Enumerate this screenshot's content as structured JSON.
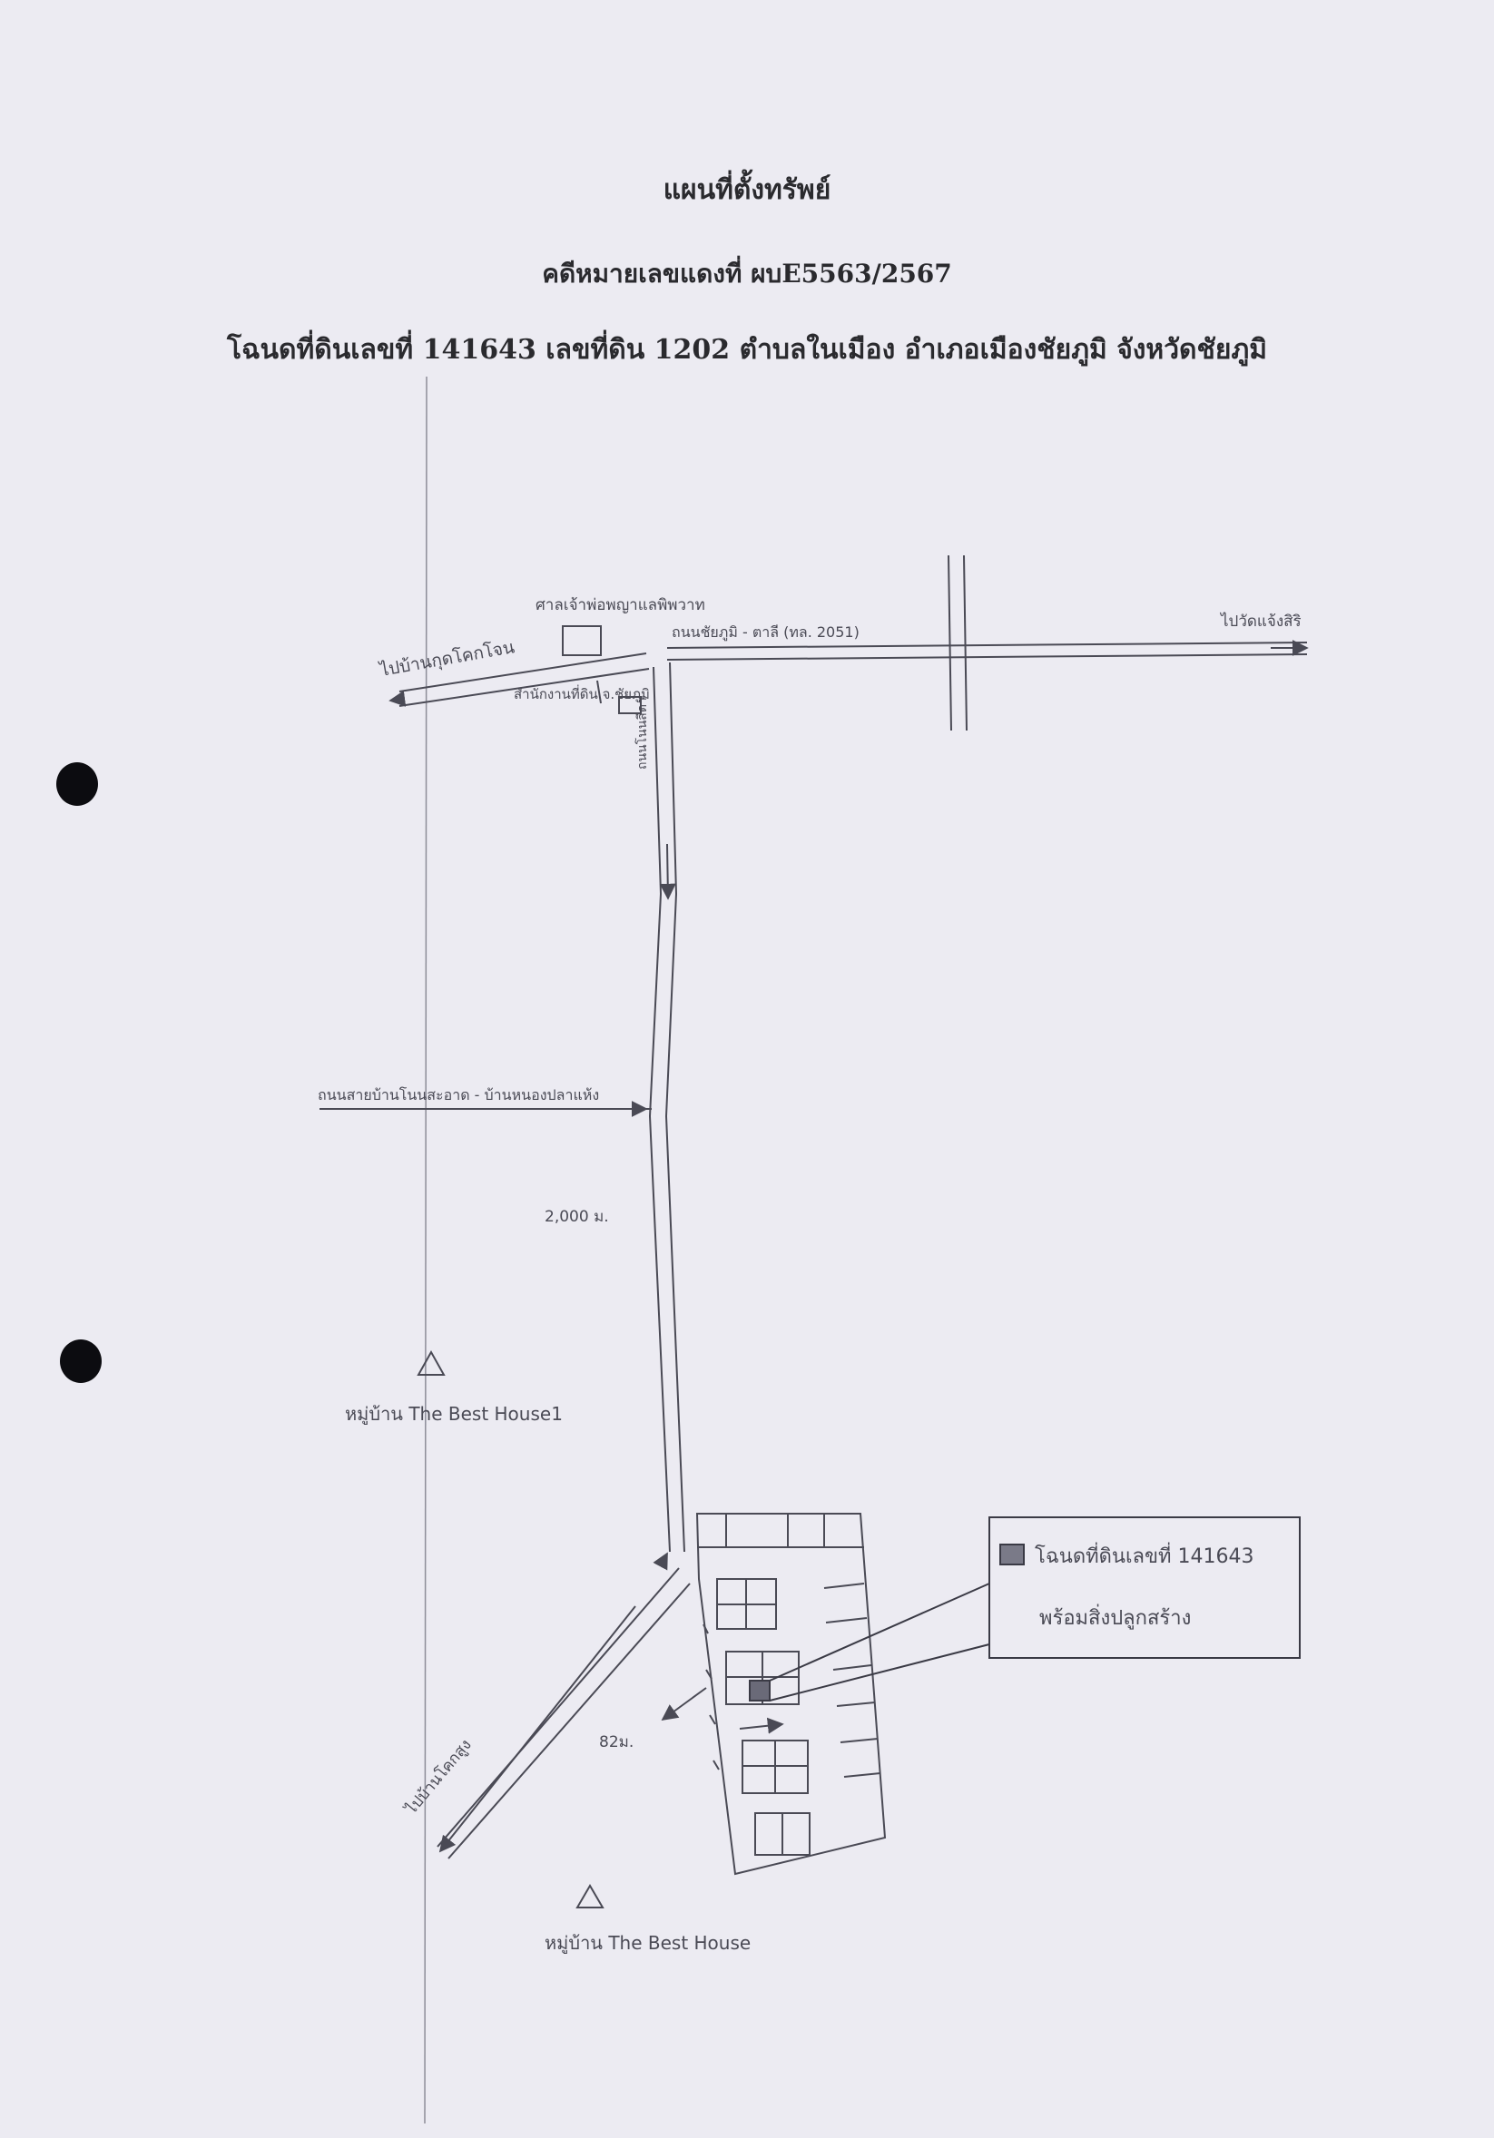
{
  "header": {
    "title": "แผนที่ตั้งทรัพย์",
    "case_number": "คดีหมายเลขแดงที่ ผบE5563/2567",
    "deed_line": "โฉนดที่ดินเลขที่ 141643 เลขที่ดิน 1202 ตำบลในเมือง อำเภอเมืองชัยภูมิ จังหวัดชัยภูมิ"
  },
  "map": {
    "labels": {
      "to_west": "ไปบ้านกุดโคกโจน",
      "to_east": "ไปวัดแจ้งสิริ",
      "shop": "ศาลเจ้าพ่อพญาแลพิพวาท",
      "main_road": "ถนนชัยภูมิ - ตาลี (ทล. 2051)",
      "land_office": "สำนักงานที่ดิน จ.ชัยภูมิ",
      "side_road_vertical": "ถนนโนนสีดา",
      "cross_road": "ถนนสายบ้านโนนสะอาด - บ้านหนองปลาแห้ง",
      "distance_main": "2,000 ม.",
      "village_1": "หมู่บ้าน The Best House1",
      "village_2": "หมู่บ้าน The Best House",
      "to_southwest": "ไปบ้านโคกสูง",
      "distance_short": "82ม.",
      "legend_deed": "โฉนดที่ดินเลขที่ 141643",
      "legend_building": "พร้อมสิ่งปลูกสร้าง"
    }
  }
}
